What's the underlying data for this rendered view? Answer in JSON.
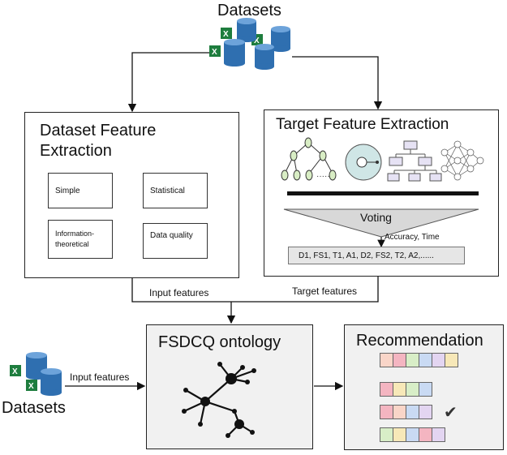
{
  "datasets_top": {
    "label": "Datasets"
  },
  "dataset_feature_extraction": {
    "title_line1": "Dataset Feature",
    "title_line2": "Extraction",
    "categories": [
      "Simple",
      "Statistical",
      "Information-theoretical",
      "Data quality"
    ]
  },
  "target_feature_extraction": {
    "title": "Target Feature Extraction",
    "voting_label": "Voting",
    "metrics_label": "Accuracy, Time",
    "result_sequence": "D1, FS1, T1, A1, D2, FS2, T2, A2,......"
  },
  "flow_labels": {
    "input_features_top": "Input features",
    "target_features": "Target features",
    "input_features_left": "Input features"
  },
  "ontology": {
    "title": "FSDCQ ontology"
  },
  "recommendation": {
    "title": "Recommendation"
  },
  "datasets_bottom": {
    "label": "Datasets"
  },
  "icons": {
    "excel_color": "#1e7d3e",
    "database_color": "#2f6fb0",
    "checkmark": "✔"
  },
  "palette": {
    "cells": [
      "#f9d5c8",
      "#f4b5c1",
      "#d8eec7",
      "#c9daf3",
      "#e3d5f1",
      "#f7e8b8"
    ]
  }
}
